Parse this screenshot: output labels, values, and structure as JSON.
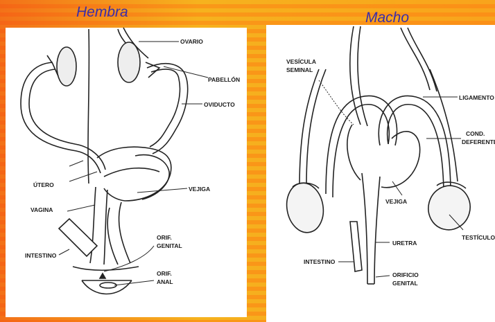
{
  "female": {
    "title": "Hembra",
    "labels": {
      "ovario": "OVARIO",
      "pabellon": "PABELLÓN",
      "oviducto": "OVIDUCTO",
      "utero": "ÚTERO",
      "vagina": "VAGINA",
      "vejiga": "VEJIGA",
      "intestino": "INTESTINO",
      "orif_genital_1": "ORIF.",
      "orif_genital_2": "GENITAL",
      "orif_anal_1": "ORIF.",
      "orif_anal_2": "ANAL"
    }
  },
  "male": {
    "title": "Macho",
    "labels": {
      "vesicula_1": "VESÍCULA",
      "vesicula_2": "SEMINAL",
      "ligamento": "LIGAMENTO",
      "cond_1": "COND.",
      "cond_2": "DEFERENTE",
      "vejiga": "VEJIGA",
      "testiculo": "TESTÍCULO",
      "uretra": "URETRA",
      "intestino": "INTESTINO",
      "orificio_1": "ORIFICIO",
      "orificio_2": "GENITAL"
    }
  },
  "colors": {
    "title": "#3a2ea8",
    "stripe_a": "#f6b21e",
    "stripe_b": "#fa9818"
  }
}
